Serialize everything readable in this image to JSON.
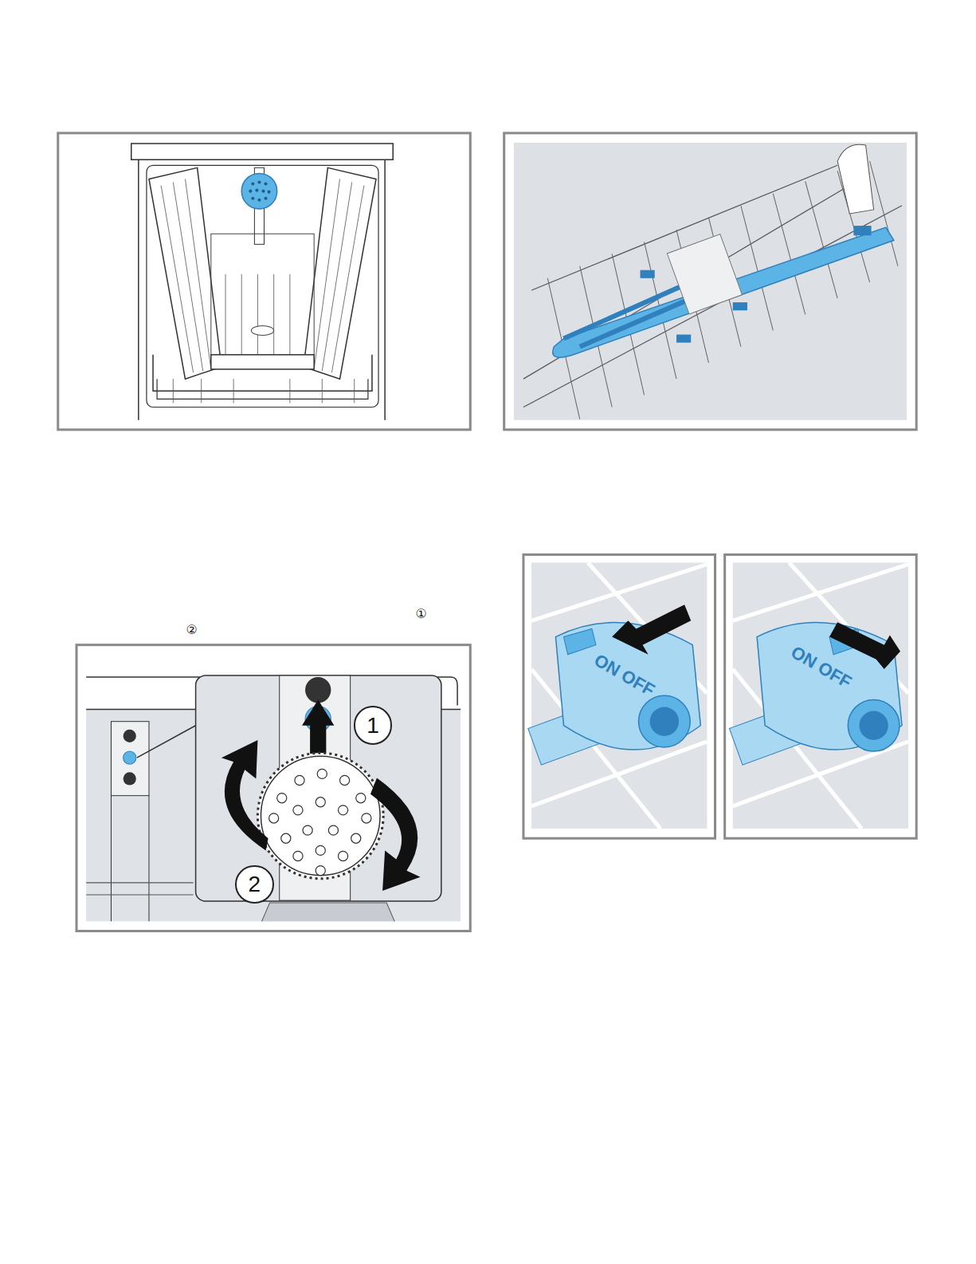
{
  "diagram": {
    "labels": [
      "①",
      "②",
      "1",
      "2",
      "ON OFF",
      "ON OFF"
    ]
  }
}
